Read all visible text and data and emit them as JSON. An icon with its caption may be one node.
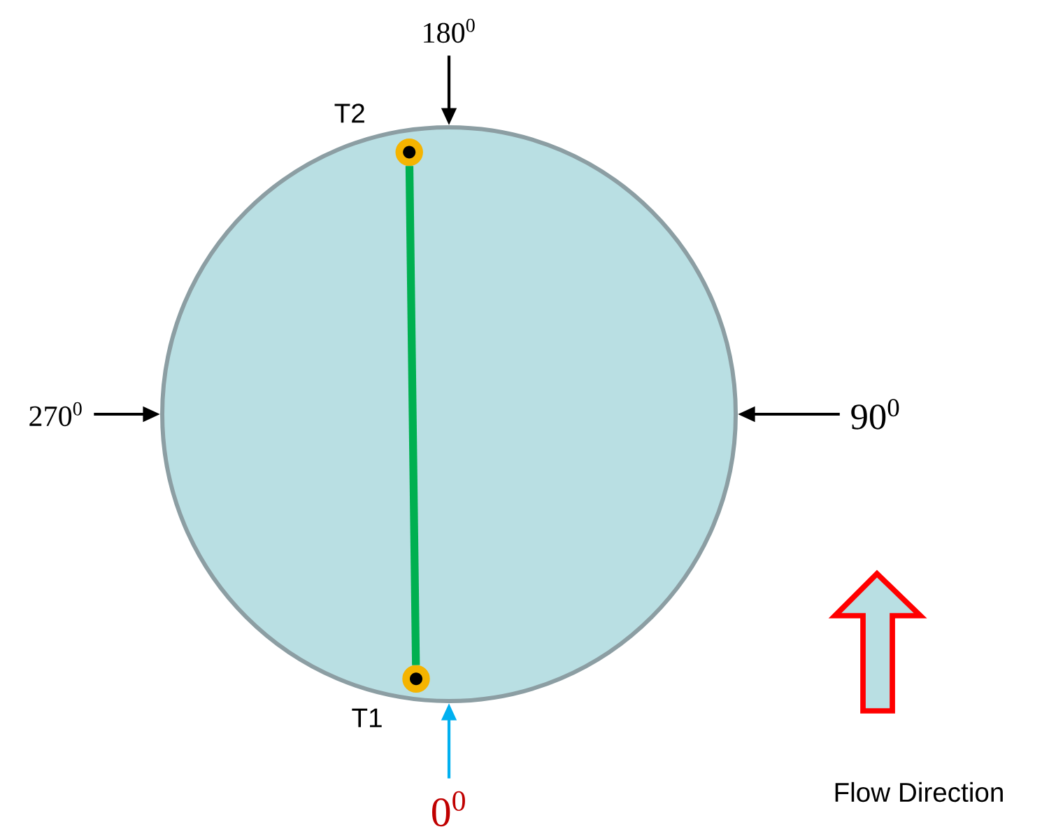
{
  "diagram": {
    "nodes": [
      {
        "text": [],
        "shape": "circle"
      },
      {
        "text": [
          "T2"
        ],
        "in": 0
      },
      {
        "text": [
          "T1"
        ],
        "in": 0
      },
      {
        "text": [
          "180$^{0}$"
        ]
      },
      {
        "text": [
          "90$^{0}$"
        ]
      },
      {
        "text": [
          "270$^{0}$"
        ]
      },
      {
        "text": [
          "0$^{0}$"
        ]
      }
    ],
    "edges": [
      {
        "from": 1,
        "to": 2,
        "arrow": "none",
        "style": "thick",
        "color": "#00b050"
      },
      {
        "from": 3,
        "to": 0,
        "arrow": "to"
      },
      {
        "from": 4,
        "to": 0,
        "arrow": "to"
      },
      {
        "from": 5,
        "to": 0,
        "arrow": "to"
      },
      {
        "from": 6,
        "to": 0,
        "arrow": "to",
        "color": "#00b0f0"
      }
    ],
    "labels": [
      "Flow Direction"
    ]
  }
}
